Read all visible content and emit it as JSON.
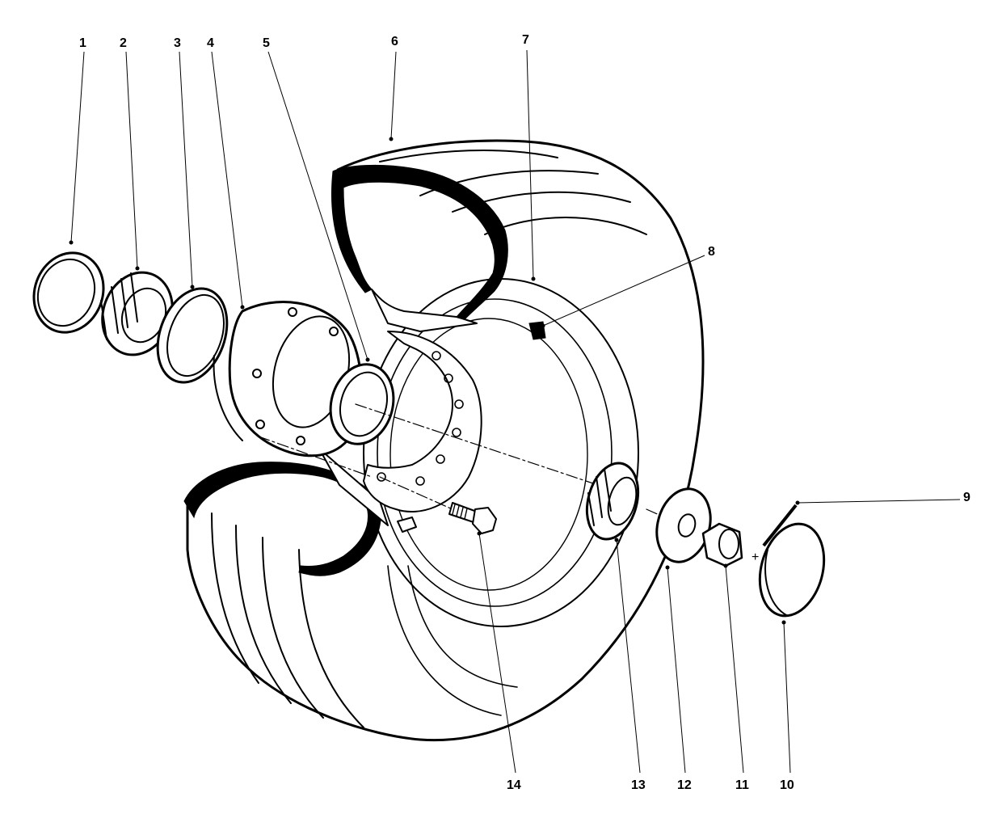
{
  "colors": {
    "ink": "#000000",
    "paper": "#ffffff"
  },
  "callouts": [
    {
      "id": "1",
      "text": "1"
    },
    {
      "id": "2",
      "text": "2"
    },
    {
      "id": "3",
      "text": "3"
    },
    {
      "id": "4",
      "text": "4"
    },
    {
      "id": "5",
      "text": "5"
    },
    {
      "id": "6",
      "text": "6"
    },
    {
      "id": "7",
      "text": "7"
    },
    {
      "id": "8",
      "text": "8"
    },
    {
      "id": "9",
      "text": "9"
    },
    {
      "id": "10",
      "text": "10"
    },
    {
      "id": "11",
      "text": "11"
    },
    {
      "id": "12",
      "text": "12"
    },
    {
      "id": "13",
      "text": "13"
    },
    {
      "id": "14",
      "text": "14"
    }
  ]
}
